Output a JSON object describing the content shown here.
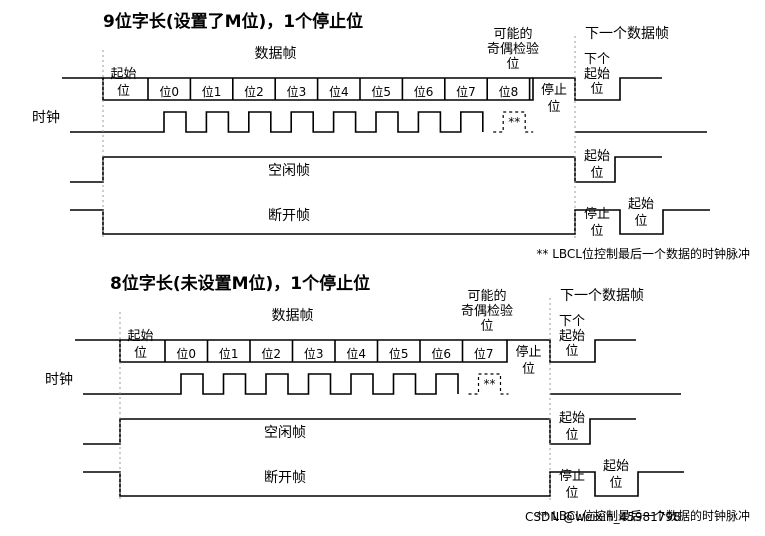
{
  "sections": [
    {
      "title": "9位字长(设置了M位)，1个停止位",
      "data_frame": "数据帧",
      "start_bit": [
        "起始",
        "位"
      ],
      "bits": [
        "位0",
        "位1",
        "位2",
        "位3",
        "位4",
        "位5",
        "位6",
        "位7",
        "位8"
      ],
      "parity": [
        "可能的",
        "奇偶检验",
        "位"
      ],
      "stop_bit": [
        "停止",
        "位"
      ],
      "next_frame": "下一个数据帧",
      "next_start": [
        "下个",
        "起始",
        "位"
      ],
      "clock": "时钟",
      "clock_extra": "**",
      "idle": "空闲帧",
      "idle_start": [
        "起始",
        "位"
      ],
      "break": "断开帧",
      "break_stop": [
        "停止",
        "位"
      ],
      "break_start": [
        "起始",
        "位"
      ],
      "footnote": "** LBCL位控制最后一个数据的时钟脉冲"
    },
    {
      "title": "8位字长(未设置M位)，1个停止位",
      "data_frame": "数据帧",
      "start_bit": [
        "起始",
        "位"
      ],
      "bits": [
        "位0",
        "位1",
        "位2",
        "位3",
        "位4",
        "位5",
        "位6",
        "位7"
      ],
      "parity": [
        "可能的",
        "奇偶检验",
        "位"
      ],
      "stop_bit": [
        "停止",
        "位"
      ],
      "next_frame": "下一个数据帧",
      "next_start": [
        "下个",
        "起始",
        "位"
      ],
      "clock": "时钟",
      "clock_extra": "**",
      "idle": "空闲帧",
      "idle_start": [
        "起始",
        "位"
      ],
      "break": "断开帧",
      "break_stop": [
        "停止",
        "位"
      ],
      "break_start": [
        "起始",
        "位"
      ],
      "footnote": "** LBCL位控制最后一个数据的时钟脉冲"
    }
  ],
  "watermark": "CSDN @weixin_45981798"
}
